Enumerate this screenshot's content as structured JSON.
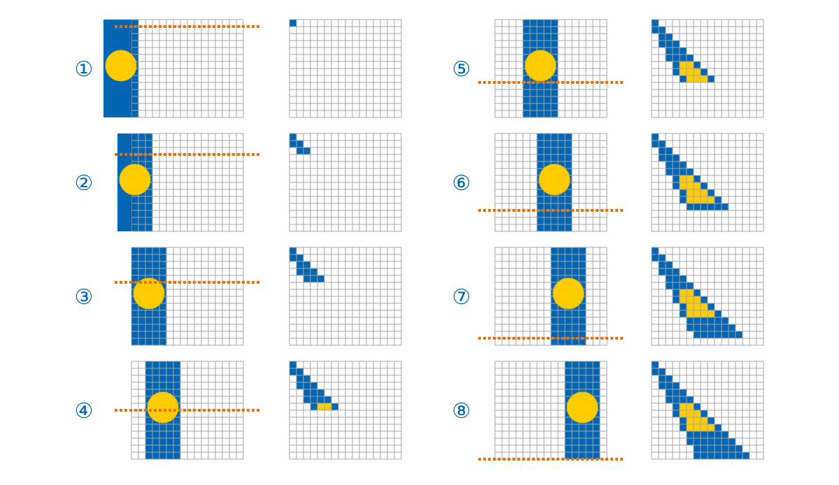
{
  "diagram": {
    "colors": {
      "background": "#ffffff",
      "grid_line": "#a6a6a6",
      "grid_fill": "#ffffff",
      "blue": "#0066b3",
      "yellow": "#ffcc00",
      "orange": "#e8730c"
    },
    "grid": {
      "columns": 16,
      "rows": 14
    },
    "steps": [
      {
        "label": "①",
        "band_offset_columns": -4,
        "scan_row": 1,
        "output_rows": 1
      },
      {
        "label": "②",
        "band_offset_columns": -2,
        "scan_row": 3,
        "output_rows": 3
      },
      {
        "label": "③",
        "band_offset_columns": 0,
        "scan_row": 5,
        "output_rows": 5
      },
      {
        "label": "④",
        "band_offset_columns": 2,
        "scan_row": 7,
        "output_rows": 7
      },
      {
        "label": "⑤",
        "band_offset_columns": 4,
        "scan_row": 9,
        "output_rows": 9
      },
      {
        "label": "⑥",
        "band_offset_columns": 6,
        "scan_row": 11,
        "output_rows": 11
      },
      {
        "label": "⑦",
        "band_offset_columns": 8,
        "scan_row": 13,
        "output_rows": 13
      },
      {
        "label": "⑧",
        "band_offset_columns": 10,
        "scan_row": 14,
        "output_rows": 14
      }
    ]
  }
}
